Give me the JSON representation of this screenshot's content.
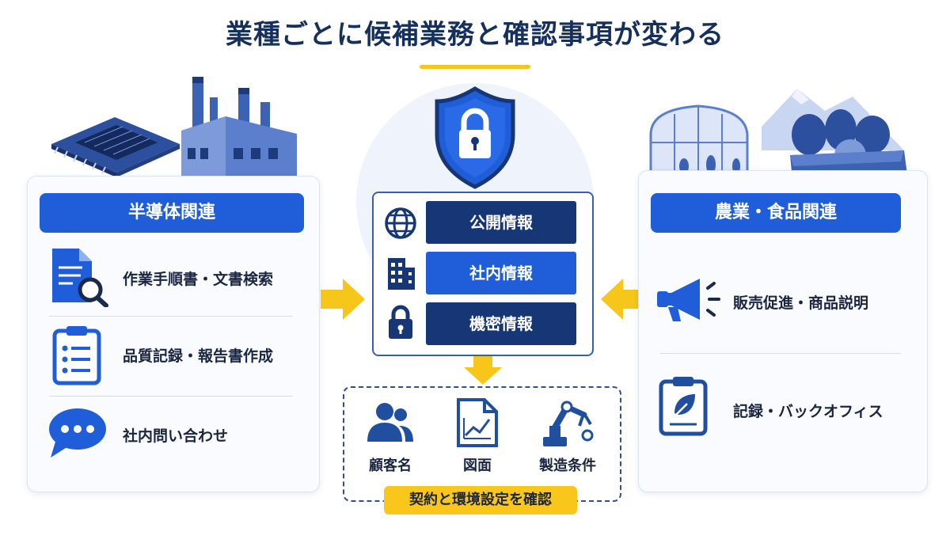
{
  "title": "業種ごとに候補業務と確認事項が変わる",
  "left_panel": {
    "heading": "半導体関連",
    "items": [
      {
        "icon": "document-search-icon",
        "label": "作業手順書・文書検索"
      },
      {
        "icon": "clipboard-list-icon",
        "label": "品質記録・報告書作成"
      },
      {
        "icon": "chat-bubble-icon",
        "label": "社内問い合わせ"
      }
    ]
  },
  "right_panel": {
    "heading": "農業・食品関連",
    "items": [
      {
        "icon": "megaphone-icon",
        "label": "販売促進・商品説明"
      },
      {
        "icon": "clipboard-leaf-icon",
        "label": "記録・バックオフィス"
      }
    ]
  },
  "center": {
    "shield_icon": "shield-lock-icon",
    "levels": [
      {
        "icon": "globe-icon",
        "label": "公開情報"
      },
      {
        "icon": "building-icon",
        "label": "社内情報"
      },
      {
        "icon": "lock-icon",
        "label": "機密情報"
      }
    ],
    "checks": [
      {
        "icon": "users-icon",
        "label": "顧客名"
      },
      {
        "icon": "drawing-icon",
        "label": "図面"
      },
      {
        "icon": "robot-arm-icon",
        "label": "製造条件"
      }
    ],
    "badge": "契約と環境設定を確認"
  },
  "colors": {
    "primary": "#1f5ed8",
    "navy": "#173675",
    "accent_yellow": "#f7c61a",
    "title": "#16305e"
  }
}
